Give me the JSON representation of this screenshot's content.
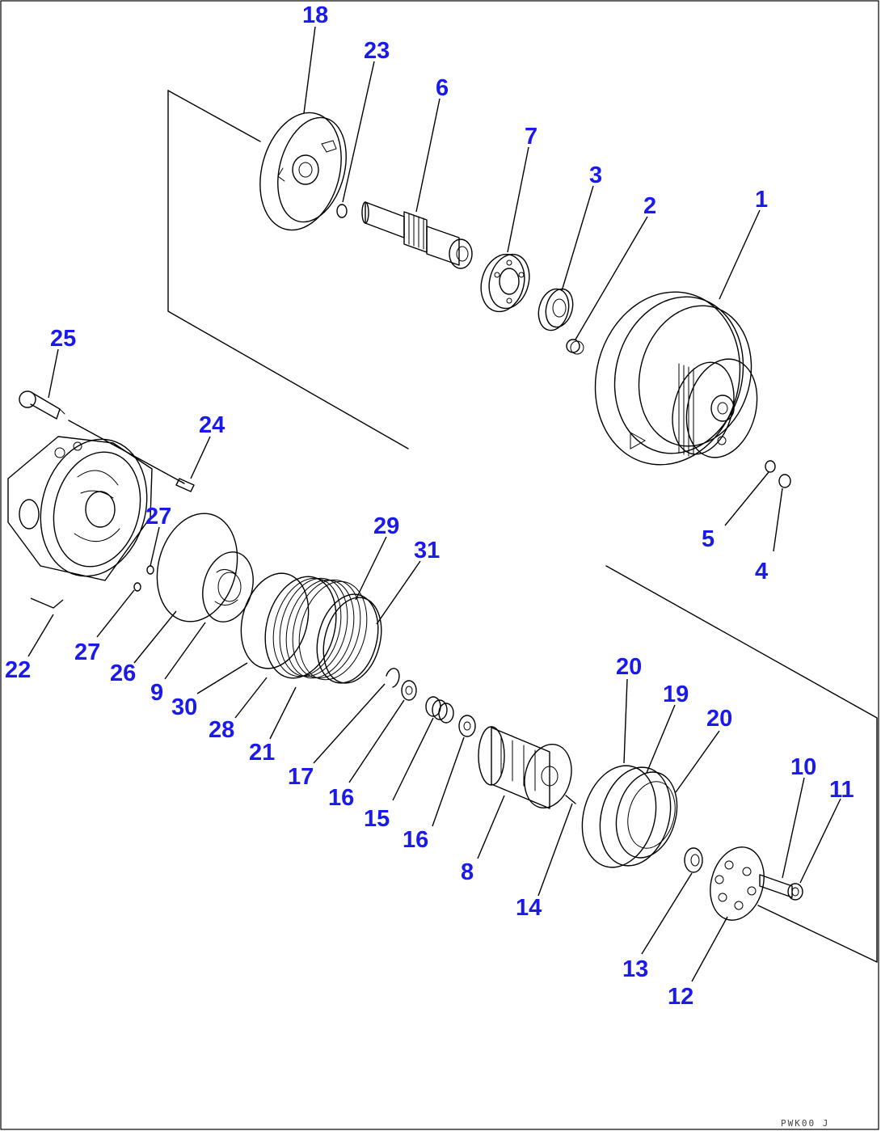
{
  "figure_code": "PWK00 J",
  "callouts": [
    {
      "num": "18"
    },
    {
      "num": "23"
    },
    {
      "num": "6"
    },
    {
      "num": "7"
    },
    {
      "num": "3"
    },
    {
      "num": "2"
    },
    {
      "num": "1"
    },
    {
      "num": "25"
    },
    {
      "num": "24"
    },
    {
      "num": "27"
    },
    {
      "num": "29"
    },
    {
      "num": "31"
    },
    {
      "num": "5"
    },
    {
      "num": "4"
    },
    {
      "num": "22"
    },
    {
      "num": "27"
    },
    {
      "num": "26"
    },
    {
      "num": "9"
    },
    {
      "num": "30"
    },
    {
      "num": "28"
    },
    {
      "num": "21"
    },
    {
      "num": "17"
    },
    {
      "num": "16"
    },
    {
      "num": "15"
    },
    {
      "num": "16"
    },
    {
      "num": "20"
    },
    {
      "num": "19"
    },
    {
      "num": "20"
    },
    {
      "num": "8"
    },
    {
      "num": "14"
    },
    {
      "num": "10"
    },
    {
      "num": "11"
    },
    {
      "num": "13"
    },
    {
      "num": "12"
    }
  ]
}
